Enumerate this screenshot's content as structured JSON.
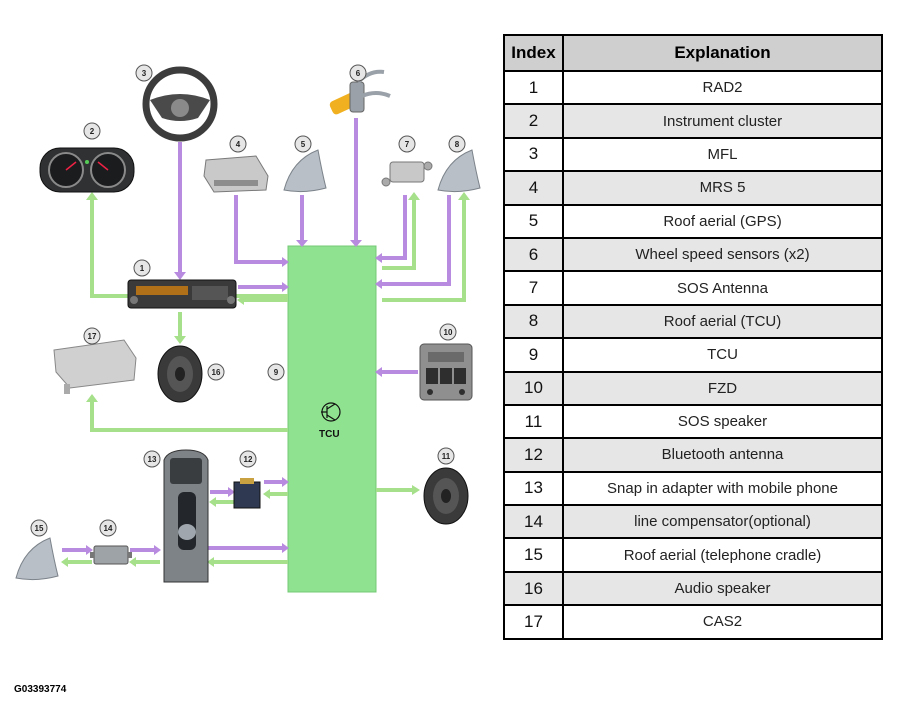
{
  "diagram": {
    "center_label": "TCU",
    "figure_code": "G03393774",
    "callouts": [
      "1",
      "2",
      "3",
      "4",
      "5",
      "6",
      "7",
      "8",
      "9",
      "10",
      "11",
      "12",
      "13",
      "14",
      "15",
      "16",
      "17"
    ],
    "colors": {
      "tcu_block": "#8fe28f",
      "signal_purple": "#b98be0",
      "signal_green": "#a6e08a"
    },
    "icons": [
      "radio-unit-icon",
      "instrument-cluster-icon",
      "steering-wheel-icon",
      "control-module-icon",
      "roof-aerial-icon",
      "wheel-speed-sensor-icon",
      "sos-antenna-icon",
      "roof-aerial-icon",
      "tcu-module-icon",
      "switch-panel-icon",
      "loudspeaker-icon",
      "bluetooth-antenna-icon",
      "phone-cradle-icon",
      "line-compensator-icon",
      "roof-aerial-icon",
      "loudspeaker-icon",
      "cas-module-icon"
    ]
  },
  "table": {
    "headers": {
      "index": "Index",
      "explanation": "Explanation"
    },
    "rows": [
      {
        "index": "1",
        "explanation": "RAD2"
      },
      {
        "index": "2",
        "explanation": "Instrument cluster"
      },
      {
        "index": "3",
        "explanation": "MFL"
      },
      {
        "index": "4",
        "explanation": "MRS 5"
      },
      {
        "index": "5",
        "explanation": "Roof aerial (GPS)"
      },
      {
        "index": "6",
        "explanation": "Wheel speed sensors (x2)"
      },
      {
        "index": "7",
        "explanation": "SOS Antenna"
      },
      {
        "index": "8",
        "explanation": "Roof aerial (TCU)"
      },
      {
        "index": "9",
        "explanation": "TCU"
      },
      {
        "index": "10",
        "explanation": "FZD"
      },
      {
        "index": "11",
        "explanation": "SOS speaker"
      },
      {
        "index": "12",
        "explanation": "Bluetooth antenna"
      },
      {
        "index": "13",
        "explanation": "Snap in adapter with mobile phone"
      },
      {
        "index": "14",
        "explanation": "line compensator(optional)"
      },
      {
        "index": "15",
        "explanation": "Roof aerial (telephone cradle)"
      },
      {
        "index": "16",
        "explanation": "Audio speaker"
      },
      {
        "index": "17",
        "explanation": "CAS2"
      }
    ]
  }
}
